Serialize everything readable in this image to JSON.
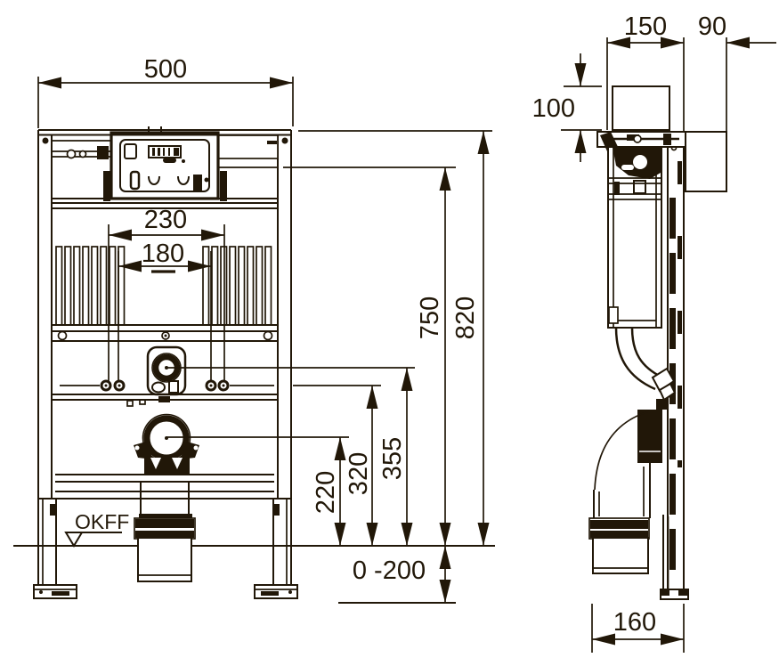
{
  "drawing": {
    "type": "technical installation drawing, WC pre-wall mounting frame, front and side view",
    "ink_color": "#211708",
    "background": "#ffffff",
    "front_view": {
      "dims": {
        "frame_width": "500",
        "fixing_spacing_outer": "230",
        "fixing_spacing_inner": "180",
        "total_height": "820",
        "upper_reference_height": "750",
        "flush_pipe_center_height": "355",
        "fixing_bolt_height": "320",
        "drain_center_height": "220",
        "floor_adjust_range": "0 -200",
        "floor_datum_label": "OKFF"
      }
    },
    "side_view": {
      "dims": {
        "frame_depth": "150",
        "rear_clearance": "90",
        "head_height": "100",
        "drain_offset_depth": "160"
      }
    }
  }
}
